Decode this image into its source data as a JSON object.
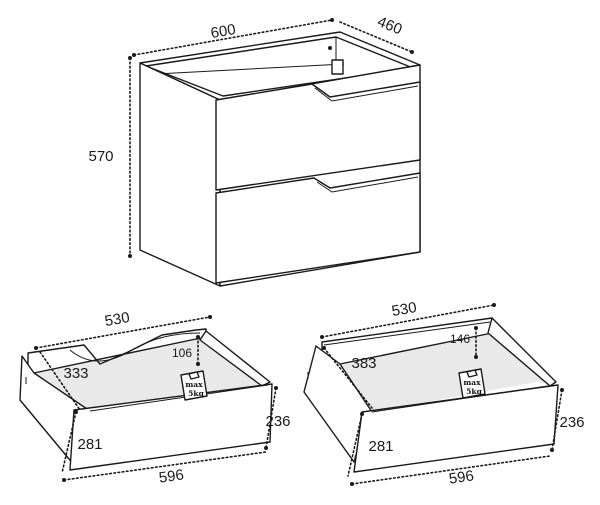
{
  "cabinet": {
    "width_label": "600",
    "depth_label": "460",
    "height_label": "570"
  },
  "drawer_left": {
    "width_label": "530",
    "depth_label": "333",
    "handle_depth_label": "106",
    "height_label": "236",
    "side_label": "281",
    "front_label": "596",
    "load_max_label": "max",
    "load_weight_label": "5kg"
  },
  "drawer_right": {
    "width_label": "530",
    "depth_label": "383",
    "handle_depth_label": "146",
    "height_label": "236",
    "side_label": "281",
    "front_label": "596",
    "load_max_label": "max",
    "load_weight_label": "5kg"
  }
}
